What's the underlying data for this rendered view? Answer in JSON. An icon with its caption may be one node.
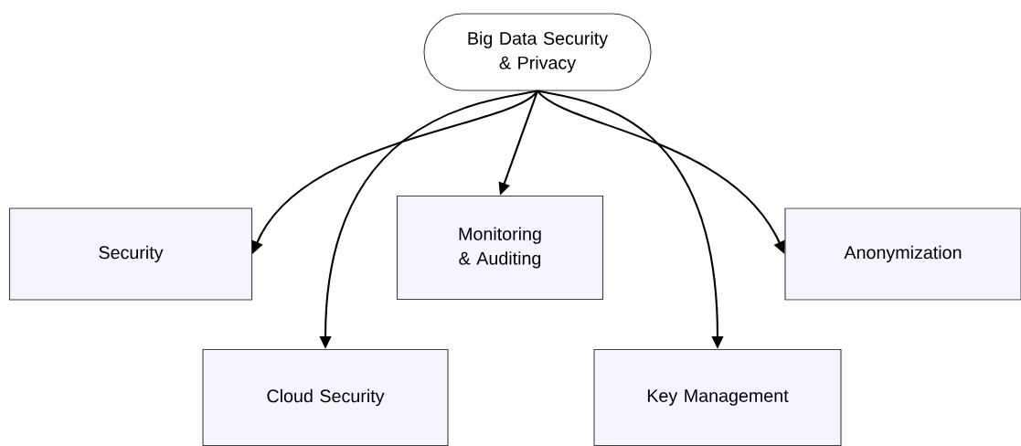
{
  "diagram": {
    "nodes": [
      {
        "text": [
          "Big Data Security & Privacy"
        ]
      },
      {
        "text": [
          "Security"
        ]
      },
      {
        "text": [
          "Monitoring & Auditing"
        ]
      },
      {
        "text": [
          "Anonymization"
        ]
      },
      {
        "text": [
          "Cloud Security"
        ]
      },
      {
        "text": [
          "Key Management"
        ]
      }
    ],
    "edges": [
      {
        "from": 0,
        "to": 1,
        "arrow": "to"
      },
      {
        "from": 0,
        "to": 4,
        "arrow": "to"
      },
      {
        "from": 0,
        "to": 2,
        "arrow": "to"
      },
      {
        "from": 0,
        "to": 5,
        "arrow": "to"
      },
      {
        "from": 0,
        "to": 3,
        "arrow": "to"
      }
    ]
  }
}
